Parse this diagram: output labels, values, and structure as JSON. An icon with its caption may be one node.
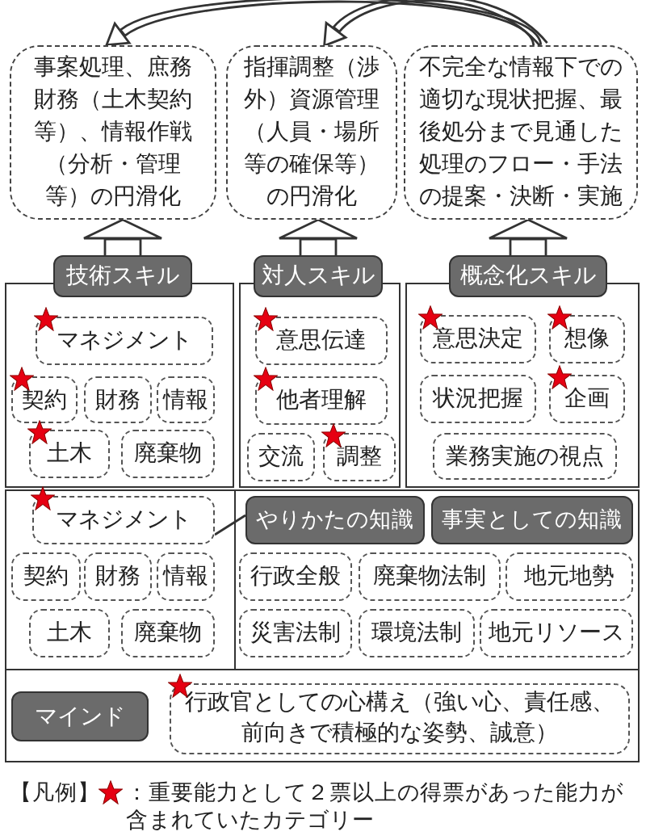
{
  "diagram": {
    "nodes": [
      {
        "text": [
          "事案処理、庶務財務（土木契約等）、情報作戦（分析・管理等）の円滑化"
        ]
      },
      {
        "text": [
          "指揮調整（渉外）資源管理（人員・場所等の確保等）の円滑化"
        ]
      },
      {
        "text": [
          "不完全な情報下での適切な現状把握、最後処分まで見通した処理のフロー・手法の提案・決断・実施"
        ]
      },
      {
        "text": [
          "技術スキル"
        ]
      },
      {
        "text": [],
        "shape": "box"
      },
      {
        "text": [
          "マネジメント"
        ],
        "in": 4
      },
      {
        "text": [
          "契約"
        ],
        "in": 4
      },
      {
        "text": [
          "財務"
        ],
        "in": 4
      },
      {
        "text": [
          "情報"
        ],
        "in": 4
      },
      {
        "text": [
          "土木"
        ],
        "in": 4
      },
      {
        "text": [
          "廃棄物"
        ],
        "in": 4
      },
      {
        "text": [
          "対人スキル"
        ]
      },
      {
        "text": [],
        "shape": "box"
      },
      {
        "text": [
          "意思伝達"
        ],
        "in": 12
      },
      {
        "text": [
          "他者理解"
        ],
        "in": 12
      },
      {
        "text": [
          "交流"
        ],
        "in": 12
      },
      {
        "text": [
          "調整"
        ],
        "in": 12
      },
      {
        "text": [
          "概念化スキル"
        ]
      },
      {
        "text": [],
        "shape": "box"
      },
      {
        "text": [
          "意思決定"
        ],
        "in": 18
      },
      {
        "text": [
          "想像"
        ],
        "in": 18
      },
      {
        "text": [
          "状況把握"
        ],
        "in": 18
      },
      {
        "text": [
          "企画"
        ],
        "in": 18
      },
      {
        "text": [
          "業務実施の視点"
        ],
        "in": 18
      },
      {
        "text": [],
        "shape": "box"
      },
      {
        "text": [
          "マネジメント"
        ],
        "in": 24
      },
      {
        "text": [
          "契約"
        ],
        "in": 24
      },
      {
        "text": [
          "財務"
        ],
        "in": 24
      },
      {
        "text": [
          "情報"
        ],
        "in": 24
      },
      {
        "text": [
          "土木"
        ],
        "in": 24
      },
      {
        "text": [
          "廃棄物"
        ],
        "in": 24
      },
      {
        "text": [],
        "shape": "box"
      },
      {
        "text": [
          "やりかたの知識"
        ],
        "in": 31
      },
      {
        "text": [
          "事実としての知識"
        ],
        "in": 31
      },
      {
        "text": [
          "行政全般"
        ],
        "in": 31
      },
      {
        "text": [
          "廃棄物法制"
        ],
        "in": 31
      },
      {
        "text": [
          "地元地勢"
        ],
        "in": 31
      },
      {
        "text": [
          "災害法制"
        ],
        "in": 31
      },
      {
        "text": [
          "環境法制"
        ],
        "in": 31
      },
      {
        "text": [
          "地元リソース"
        ],
        "in": 31
      },
      {
        "text": [],
        "shape": "box"
      },
      {
        "text": [
          "マインド"
        ],
        "in": 40
      },
      {
        "text": [
          "行政官としての心構え（強い心、責任感、前向きで積極的な姿勢、誠意）"
        ],
        "in": 40
      }
    ],
    "edges": [
      {
        "from": 3,
        "to": 0,
        "arrow": "to"
      },
      {
        "from": 11,
        "to": 1,
        "arrow": "to"
      },
      {
        "from": 17,
        "to": 2,
        "arrow": "to"
      },
      {
        "from": 2,
        "to": 0,
        "arrow": "to"
      },
      {
        "from": 2,
        "to": 1,
        "arrow": "to"
      },
      {
        "from": 25,
        "to": 32,
        "arrow": "none"
      }
    ],
    "labels": [
      "【凡例】"
    ],
    "legend": [
      {
        "text": "：重要能力として２票以上の得票があった能力が含まれていたカテゴリー"
      }
    ]
  }
}
